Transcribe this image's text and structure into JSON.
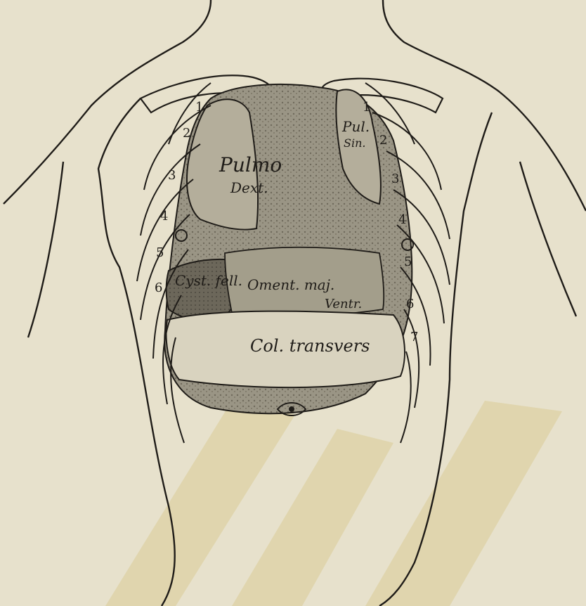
{
  "labels": {
    "pulmo_dext": [
      "Pulmo",
      "Dext."
    ],
    "pulmo_sin": [
      "Pul.",
      "Sin."
    ],
    "cyst_fell": "Cyst. fell.",
    "oment_maj": "Oment. maj.",
    "ventr": "Ventr.",
    "col_transv": "Col. transvers"
  },
  "rib_numbers_right": [
    "1",
    "2",
    "3",
    "4",
    "5",
    "6"
  ],
  "rib_numbers_left": [
    "1",
    "2",
    "3",
    "4",
    "5",
    "6",
    "7"
  ],
  "colors": {
    "paper": "#e7e1cc",
    "ink": "#1f1c18",
    "shade": "#8c8778",
    "shade_dark": "#5e5a50",
    "watermark": "#d8c88a"
  }
}
